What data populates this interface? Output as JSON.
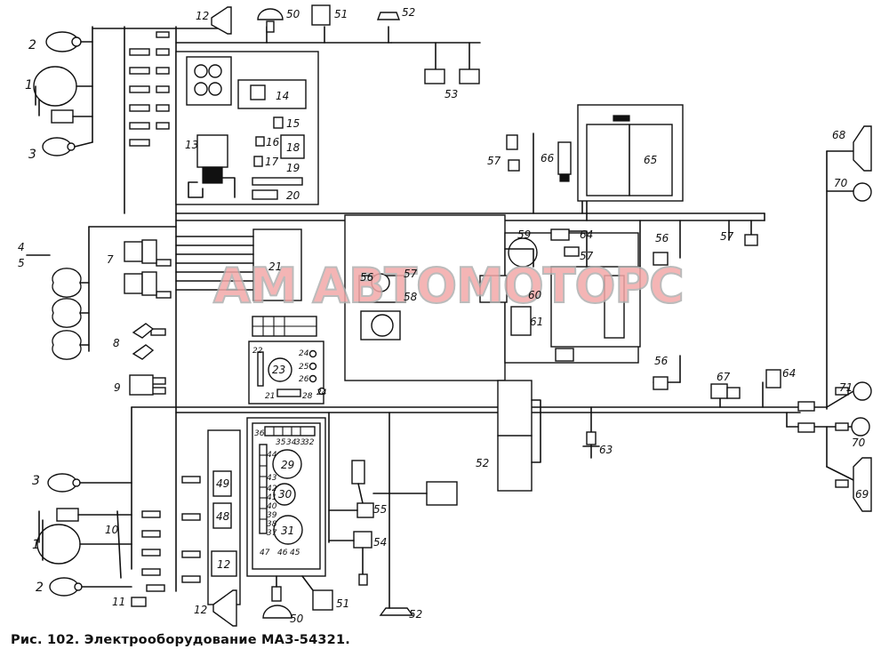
{
  "caption": "Рис. 102. Электрооборудование МАЗ-54321.",
  "watermark": "АМ АВТОМОТОРС",
  "labels": {
    "l1a": "1",
    "l1b": "1",
    "l2a": "2",
    "l2b": "2",
    "l3a": "3",
    "l3b": "3",
    "l4": "4",
    "l5": "5",
    "l7": "7",
    "l8": "8",
    "l9": "9",
    "l10": "10",
    "l11": "11",
    "l12a": "12",
    "l12b": "12",
    "l12c": "12",
    "l13": "13",
    "l14": "14",
    "l15": "15",
    "l16": "16",
    "l17": "17",
    "l18": "18",
    "l19": "19",
    "l20": "20",
    "l21": "21",
    "l21b": "21",
    "l22": "22",
    "l23": "23",
    "l24": "24",
    "l24b": "24",
    "l25": "25",
    "l26": "26",
    "l28": "28",
    "l29": "29",
    "l30": "30",
    "l31": "31",
    "l36": "36",
    "l35": "35",
    "l34": "34",
    "l33": "33",
    "l32": "32",
    "l44": "44",
    "l43": "43",
    "l42": "42",
    "l41": "41",
    "l40": "40",
    "l39": "39",
    "l38": "38",
    "l37": "37",
    "l47": "47",
    "l46": "46",
    "l45": "45",
    "l48": "48",
    "l49": "49",
    "l50a": "50",
    "l50b": "50",
    "l51a": "51",
    "l51b": "51",
    "l52a": "52",
    "l52b": "52",
    "l52c": "52",
    "l53": "53",
    "l54": "54",
    "l55": "55",
    "l56a": "56",
    "l56b": "56",
    "l56c": "56",
    "l57a": "57",
    "l57b": "57",
    "l57c": "57",
    "l57d": "57",
    "l58": "58",
    "l59": "59",
    "l60": "60",
    "l61": "61",
    "l63": "63",
    "l64a": "64",
    "l64b": "64",
    "l65": "65",
    "l66": "66",
    "l67": "67",
    "l68": "68",
    "l69": "69",
    "l70a": "70",
    "l70b": "70",
    "l71": "71"
  }
}
